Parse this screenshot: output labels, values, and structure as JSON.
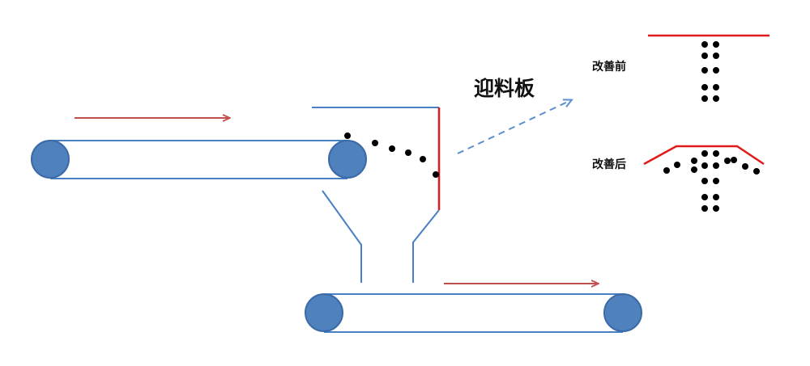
{
  "labels": {
    "title": "迎料板",
    "before": "改善前",
    "after": "改善后"
  },
  "colors": {
    "belt": "#4a7ec5",
    "roller_fill": "#4f81bd",
    "roller_stroke": "#3a6aa8",
    "flow_arrow": "#c0504d",
    "guide_plate": "#e01a1a",
    "material_dot": "#000000",
    "callout_arrow": "#5b8fd0"
  }
}
